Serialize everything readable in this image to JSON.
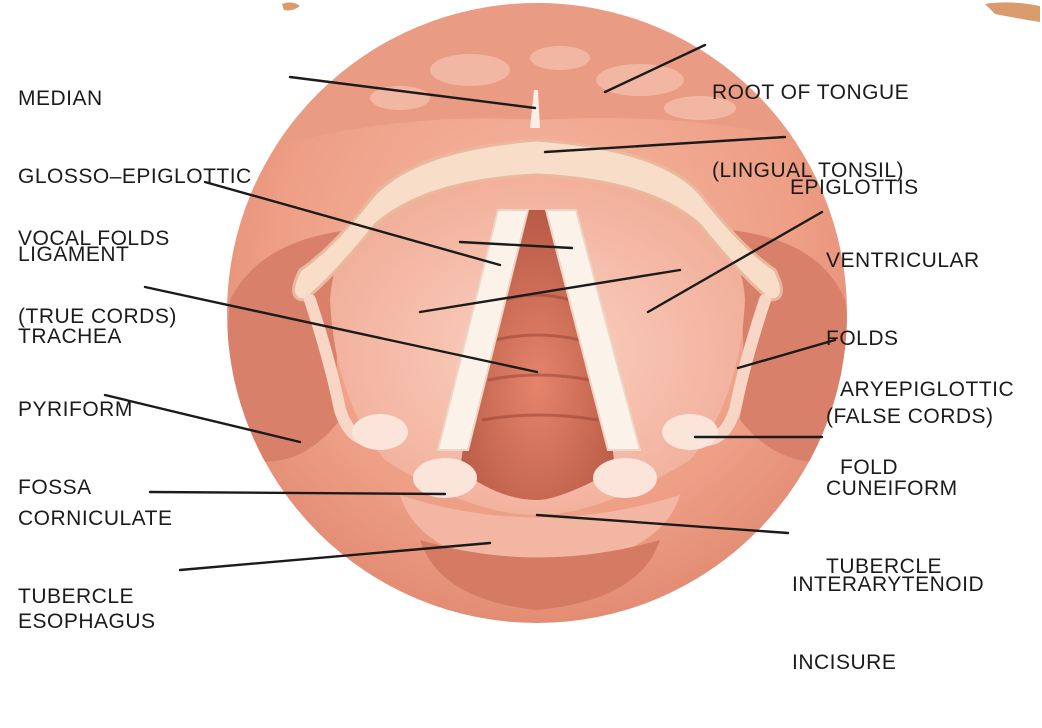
{
  "diagram": {
    "title": "",
    "labels": {
      "median_glosso_epiglottic_ligament": [
        "MEDIAN",
        "GLOSSO–EPIGLOTTIC",
        "LIGAMENT"
      ],
      "root_of_tongue": [
        "ROOT OF TONGUE",
        "(LINGUAL TONSIL)"
      ],
      "epiglottis": [
        "EPIGLOTTIS"
      ],
      "vocal_folds": [
        "VOCAL FOLDS",
        "(TRUE CORDS)"
      ],
      "ventricular_folds": [
        "VENTRICULAR",
        "FOLDS",
        "(FALSE CORDS)"
      ],
      "trachea": [
        "TRACHEA"
      ],
      "aryepiglottic_fold": [
        "ARYEPIGLOTTIC",
        "FOLD"
      ],
      "pyriform_fossa": [
        "PYRIFORM",
        "FOSSA"
      ],
      "cuneiform_tubercle": [
        "CUNEIFORM",
        "TUBERCLE"
      ],
      "corniculate_tubercle": [
        "CORNICULATE",
        "TUBERCLE"
      ],
      "interarytenoid_incisure": [
        "INTERARYTENOID",
        "INCISURE"
      ],
      "esophagus": [
        "ESOPHAGUS"
      ]
    },
    "colors": {
      "text": "#1b1b1b",
      "leader_line": "#1b1b1b",
      "tissue_outer": "#f0a48c",
      "tissue_deep": "#c86a55",
      "cartilage": "#f8ddc8",
      "vocal_cord": "#fbf3ea",
      "airway": "#a9503f"
    }
  }
}
